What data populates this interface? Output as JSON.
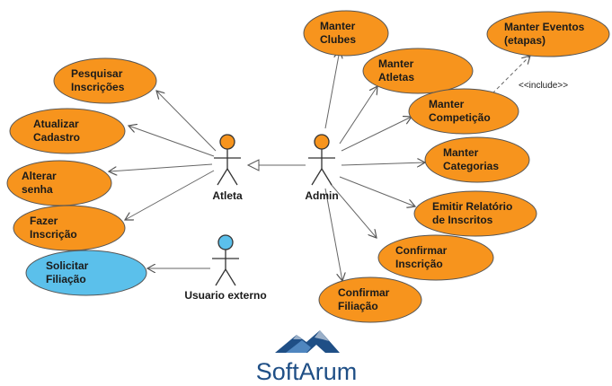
{
  "actors": {
    "atleta": "Atleta",
    "admin": "Admin",
    "usuario_externo": "Usuario externo"
  },
  "use_cases": {
    "pesquisar_inscricoes": [
      "Pesquisar",
      "Inscrições"
    ],
    "atualizar_cadastro": [
      "Atualizar",
      "Cadastro"
    ],
    "alterar_senha": [
      "Alterar",
      "senha"
    ],
    "fazer_inscricao": [
      "Fazer",
      "Inscrição"
    ],
    "solicitar_filiacao": [
      "Solicitar",
      "Filiação"
    ],
    "manter_clubes": [
      "Manter",
      "Clubes"
    ],
    "manter_atletas": [
      "Manter",
      "Atletas"
    ],
    "manter_competicao": [
      "Manter",
      "Competição"
    ],
    "manter_eventos": [
      "Manter Eventos",
      "(etapas)"
    ],
    "manter_categorias": [
      "Manter",
      "Categorias"
    ],
    "emitir_relatorio": [
      "Emitir Relatório",
      "de Inscritos"
    ],
    "confirmar_inscricao": [
      "Confirmar",
      "Inscrição"
    ],
    "confirmar_filiacao": [
      "Confirmar",
      "Filiação"
    ]
  },
  "stereotype": "<<include>>",
  "logo": {
    "text": "SoftArum"
  },
  "colors": {
    "use_case_fill": "#f7941d",
    "use_case_external_fill": "#5bc0eb",
    "actor_head_orange": "#f7941d",
    "actor_head_blue": "#5bc0eb",
    "line": "#555555",
    "brand": "#1f4f86"
  }
}
